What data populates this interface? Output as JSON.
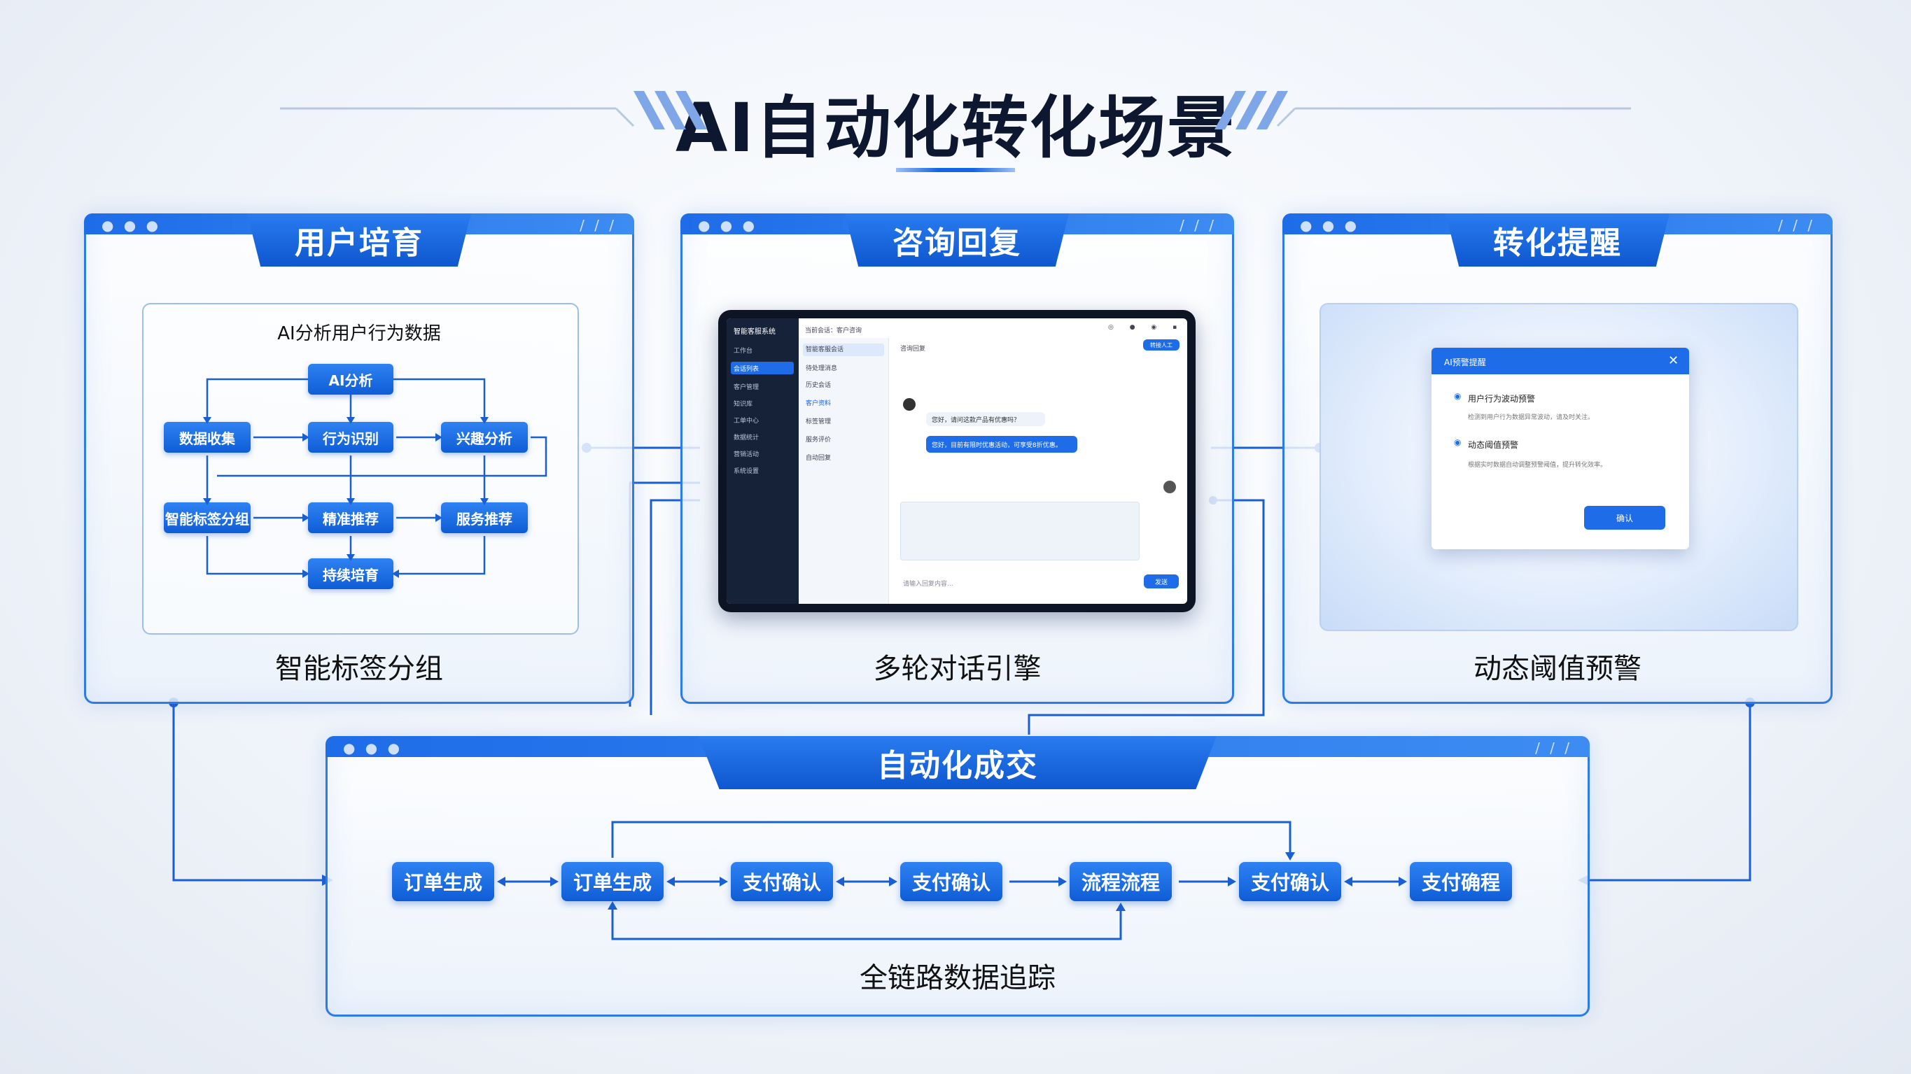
{
  "title": "AI自动化转化场景",
  "panels": {
    "nurture": {
      "header": "用户培育",
      "inner_title": "AI分析用户行为数据",
      "caption": "智能标签分组",
      "nodes": [
        "AI分析",
        "数据收集",
        "行为识别",
        "兴趣分析",
        "智能标签分组",
        "精准推荐",
        "服务推荐",
        "持续培育"
      ]
    },
    "consult": {
      "header": "咨询回复",
      "caption": "多轮对话引擎",
      "app_name": "智能客服系统",
      "sidebar": [
        "工作台",
        "会话列表",
        "客户管理",
        "知识库",
        "工单中心",
        "数据统计",
        "营销活动",
        "系统设置"
      ],
      "list": [
        "智能客服会话",
        "待处理消息",
        "历史会话",
        "客户资料",
        "标签管理",
        "服务评价",
        "自动回复"
      ],
      "chat_header": "当前会话：客户咨询",
      "chat_title": "咨询回复",
      "send_label": "发送",
      "top_button": "转接人工",
      "msg_user": "您好，请问这款产品有优惠吗？",
      "msg_ai": "您好，目前有限时优惠活动，可享受8折优惠。",
      "input_placeholder": "请输入回复内容..."
    },
    "remind": {
      "header": "转化提醒",
      "caption": "动态阈值预警",
      "modal": {
        "title": "AI预警提醒",
        "item1_title": "用户行为波动预警",
        "item1_desc": "检测到用户行为数据异常波动，请及时关注。",
        "item2_title": "动态阈值预警",
        "item2_desc": "根据实时数据自动调整预警阈值，提升转化效率。",
        "button": "确认"
      }
    },
    "deal": {
      "header": "自动化成交",
      "caption": "全链路数据追踪",
      "steps": [
        "订单生成",
        "订单生成",
        "支付确认",
        "支付确认",
        "流程流程",
        "支付确认",
        "支付确程"
      ]
    }
  },
  "colors": {
    "accent": "#1464e6",
    "accent_dark": "#0e57cf",
    "panel_border": "#2f7be6",
    "line": "#1a5fd0"
  }
}
